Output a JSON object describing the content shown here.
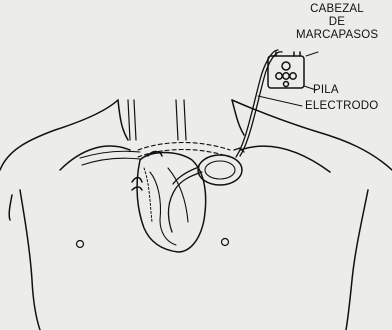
{
  "labels": {
    "head_line1": "CABEZAL",
    "head_line2": "DE",
    "head_line3": "MARCAPASOS",
    "battery": "PILA",
    "electrode": "ELECTRODO"
  },
  "colors": {
    "background": "#ececea",
    "ink": "#111111"
  }
}
